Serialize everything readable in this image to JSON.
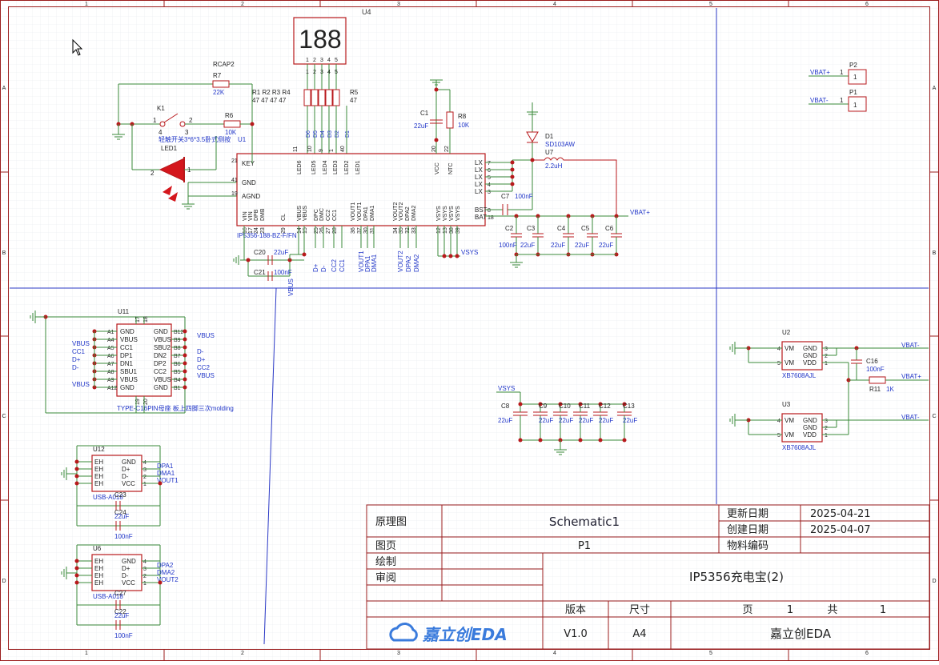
{
  "frame": {
    "col_markers": [
      "1",
      "2",
      "3",
      "4",
      "5",
      "6"
    ],
    "row_markers": [
      "A",
      "B",
      "C",
      "D"
    ]
  },
  "display": {
    "value": "188",
    "ref": "U4",
    "pins": [
      "1",
      "2",
      "3",
      "4",
      "5"
    ]
  },
  "main_ic": {
    "ref": "IP5356-188-BZ-F/FN",
    "top_pins": [
      "LED6",
      "LED5",
      "LED4",
      "LED3",
      "LED2",
      "LED1",
      "VCC",
      "NTC"
    ],
    "top_pin_nums": [
      "11",
      "10",
      "9",
      "1",
      "40",
      "20",
      "22"
    ],
    "left_pins": [
      "KEY",
      "GND",
      "AGND"
    ],
    "left_pin_nums": [
      "21",
      "41",
      "19"
    ],
    "right_pins": [
      "LX",
      "LX",
      "LX",
      "LX",
      "LX",
      "BST",
      "BAT"
    ],
    "right_pin_nums": [
      "7",
      "6",
      "5",
      "4",
      "3",
      "8",
      "18"
    ],
    "bottom_pins": [
      "VIN",
      "VIN",
      "DPB",
      "DMB",
      "CL",
      "VBUS",
      "VBUS",
      "DPC",
      "DMC",
      "CC2",
      "CC1",
      "VOUT1",
      "VOUT1",
      "DPA1",
      "DMA1",
      "VOUT2",
      "VOUT2",
      "DPA2",
      "DMA2",
      "VSYS",
      "VSYS",
      "VSYS",
      "VSYS"
    ],
    "bottom_pin_nums": [
      "16",
      "17",
      "24",
      "23",
      "29",
      "14",
      "15",
      "25",
      "26",
      "27",
      "28",
      "36",
      "37",
      "30",
      "31",
      "34",
      "35",
      "32",
      "33",
      "12",
      "13",
      "38",
      "39"
    ]
  },
  "components_top": {
    "rcap2": "RCAP2",
    "r7": "R7",
    "r7_val": "22K",
    "r_group": "R1 R2 R3 R4",
    "r_group_vals": "47  47  47  47",
    "r5": "R5",
    "r5_val": "47",
    "k1": "K1",
    "k1_pins": [
      "1",
      "2",
      "4",
      "3"
    ],
    "k1_desc": "轻触开关3*6*3.5卧式侧按",
    "k1_u": "U1",
    "r6": "R6",
    "r6_val": "10K",
    "led1": "LED1",
    "led1_pins": [
      "2",
      "1"
    ],
    "c1": "C1",
    "c1_val": "22uF",
    "r8": "R8",
    "r8_val": "10K",
    "d1": "D1",
    "d1_val": "SD103AW",
    "u7": "U7",
    "u7_val": "2.2uH",
    "c7": "C7",
    "c7_val": "100nF",
    "vbat_plus": "VBAT+",
    "c2": "C2",
    "c2_val": "100nF",
    "c3": "C3",
    "c3_val": "22uF",
    "c4": "C4",
    "c4_val": "22uF",
    "c5": "C5",
    "c5_val": "22uF",
    "c6": "C6",
    "c6_val": "22uF",
    "c20": "C20",
    "c20_val": "22uF",
    "c21": "C21",
    "c21_val": "100nF",
    "vsys": "VSYS",
    "vbus": "VBUS",
    "net_dp": "D+",
    "net_dm": "D-",
    "net_cc2": "CC2",
    "net_cc1": "CC1",
    "net_vout1": "VOUT1",
    "net_dpa1": "DPA1",
    "net_dma1": "DMA1",
    "net_vout2": "VOUT2",
    "net_dpa2": "DPA2",
    "net_dma2": "DMA2",
    "led_nets": [
      "D6",
      "D5",
      "D4",
      "D3",
      "D2",
      "D1"
    ]
  },
  "connectors": {
    "p1": "P1",
    "p1_net": "VBAT-",
    "p1_pin": "1",
    "p2": "P2",
    "p2_net": "VBAT+",
    "p2_pin": "1"
  },
  "usb_c": {
    "ref": "U11",
    "desc": "TYPE-C16PIN母座 板上四脚三次molding",
    "left_pins": [
      "GND",
      "VBUS",
      "CC1",
      "DP1",
      "DN1",
      "SBU1",
      "VBUS",
      "GND"
    ],
    "left_nums": [
      "A1",
      "A4",
      "A5",
      "A6",
      "A7",
      "A8",
      "A9",
      "A12"
    ],
    "right_pins": [
      "GND",
      "VBUS",
      "SBU2",
      "DN2",
      "DP2",
      "CC2",
      "VBUS",
      "GND"
    ],
    "right_nums": [
      "B12",
      "B9",
      "B8",
      "B7",
      "B6",
      "B5",
      "B4",
      "B1"
    ],
    "left_nets": [
      "VBUS",
      "CC1",
      "D+",
      "D-",
      "VBUS"
    ],
    "right_nets": [
      "VBUS",
      "D-",
      "D+",
      "CC2",
      "VBUS"
    ],
    "top_nums": [
      "17",
      "18"
    ],
    "bottom_nums": [
      "19",
      "20"
    ]
  },
  "usb_a1": {
    "ref": "U12",
    "model": "USB-A018",
    "pins": [
      "GND",
      "D+",
      "D-",
      "VCC"
    ],
    "pin_nums": [
      "4",
      "3",
      "2",
      "1"
    ],
    "eh": [
      "EH",
      "EH",
      "EH",
      "EH"
    ],
    "nets": [
      "DPA1",
      "DMA1",
      "VOUT1"
    ],
    "cap_ref": "C23",
    "cap_ref2": "C24",
    "cap_val": "22uF",
    "cap_val2": "100nF"
  },
  "usb_a2": {
    "ref": "U6",
    "model": "USB-A018",
    "pins": [
      "GND",
      "D+",
      "D-",
      "VCC"
    ],
    "pin_nums": [
      "4",
      "3",
      "2",
      "1"
    ],
    "eh": [
      "EH",
      "EH",
      "EH",
      "EH"
    ],
    "nets": [
      "DPA2",
      "DMA2",
      "VOUT2"
    ],
    "cap_ref": "C27",
    "cap_ref2": "C22",
    "cap_val": "22uF",
    "cap_val2": "100nF"
  },
  "vsys_caps": {
    "net": "VSYS",
    "refs": [
      "C8",
      "C9",
      "C10",
      "C11",
      "C12",
      "C13"
    ],
    "vals": [
      "22uF",
      "22uF",
      "22uF",
      "22uF",
      "22uF",
      "22uF"
    ]
  },
  "protect": {
    "u2": "U2",
    "u3": "U3",
    "model": "XB7608AJL",
    "left_pins": [
      "VM",
      "VM"
    ],
    "left_nums": [
      "4",
      "5"
    ],
    "right_pins": [
      "GND",
      "GND",
      "VDD"
    ],
    "right_nums": [
      "3",
      "2",
      "1"
    ],
    "c16": "C16",
    "c16_val": "100nF",
    "r11": "R11",
    "r11_val": "1K",
    "vbat_minus": "VBAT-",
    "vbat_plus": "VBAT+"
  },
  "title_block": {
    "schematic_label": "原理图",
    "schematic_value": "Schematic1",
    "page_label": "图页",
    "page_value": "P1",
    "draw_label": "绘制",
    "review_label": "审阅",
    "updated_label": "更新日期",
    "updated_value": "2025-04-21",
    "created_label": "创建日期",
    "created_value": "2025-04-07",
    "material_label": "物料编码",
    "material_value": "",
    "project_value": "IP5356充电宝(2)",
    "version_label": "版本",
    "version_value": "V1.0",
    "size_label": "尺寸",
    "size_value": "A4",
    "page_num_label": "页",
    "page_num_value": "1",
    "total_label": "共",
    "total_value": "1",
    "company": "嘉立创EDA",
    "logo_text": "嘉立创EDA"
  },
  "colors": {
    "wire": "#3a8a3a",
    "component": "#b8191c",
    "net_label": "#2136c8",
    "grid": "#eceff3",
    "frame_line": "#9b1d1d",
    "division": "#2b39c6"
  }
}
